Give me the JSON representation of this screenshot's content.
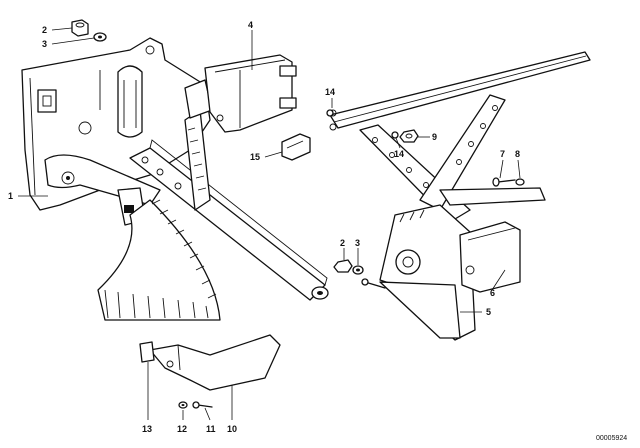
{
  "diagram": {
    "callouts": {
      "c1": "1",
      "c2a": "2",
      "c3a": "3",
      "c4": "4",
      "c14a": "14",
      "c9": "9",
      "c14b": "14",
      "c15": "15",
      "c7": "7",
      "c8": "8",
      "c2b": "2",
      "c3b": "3",
      "c6": "6",
      "c5": "5",
      "c13": "13",
      "c12": "12",
      "c11": "11",
      "c10": "10"
    },
    "drawing_code": "00005924"
  }
}
